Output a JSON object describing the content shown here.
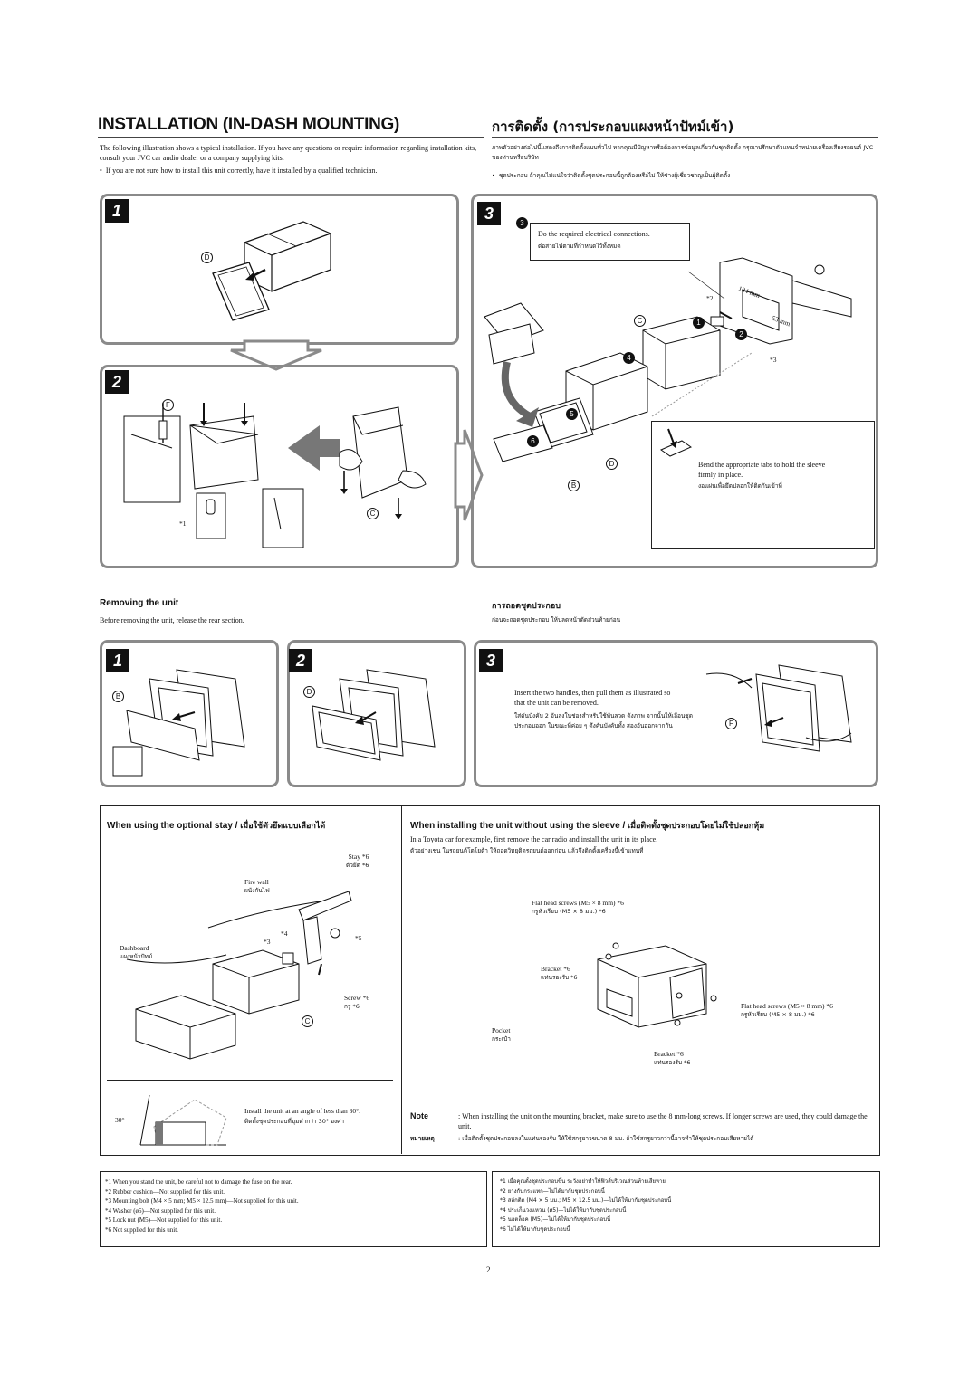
{
  "header": {
    "title_en": "INSTALLATION (IN-DASH MOUNTING)",
    "title_th": "การติดตั้ง (การประกอบแผงหน้าปัทม์เข้า)",
    "intro_en": "The following illustration shows a typical installation. If you have any questions or require information regarding installation kits, consult your JVC car audio dealer or a company supplying kits.",
    "bullet_en": "If you are not sure how to install this unit correctly, have it installed by a qualified technician.",
    "intro_th": "ภาพตัวอย่างต่อไปนี้แสดงถึงการติดตั้งแบบทั่วไป หากคุณมีปัญหาหรือต้องการข้อมูลเกี่ยวกับชุดติดตั้ง กรุณาปรึกษาตัวแทนจำหน่ายเครื่องเสียงรถยนต์ JVC ของท่านหรือบริษัท",
    "bullet_th": "ชุดประกอบ ถ้าคุณไม่แน่ใจว่าติดตั้งชุดประกอบนี้ถูกต้องหรือไม่ ให้ช่างผู้เชี่ยวชาญเป็นผู้ติดตั้ง"
  },
  "install": {
    "step1": "1",
    "step2": "2",
    "step3": "3",
    "label_D": "D",
    "label_F": "F",
    "label_C": "C",
    "label_B": "B",
    "star1": "*1",
    "star2": "*2",
    "star3": "*3",
    "step3_circle": "3",
    "elec_en": "Do the required electrical connections.",
    "elec_th": "ต่อสายไฟตามที่กำหนดไว้ทั้งหมด",
    "dim1": "184 mm",
    "dim2": "53 mm",
    "n1": "1",
    "n2": "2",
    "n4": "4",
    "n5": "5",
    "n6": "6",
    "bend_en": "Bend the appropriate tabs to hold the sleeve firmly in place.",
    "bend_th": "งอแผ่นเพื่อยึดปลอกให้ติดกันเข้าที่"
  },
  "removing": {
    "title_en": "Removing the unit",
    "title_th": "การถอดชุดประกอบ",
    "desc_en": "Before removing the unit, release the rear section.",
    "desc_th": "ก่อนจะถอดชุดประกอบ ให้ปลดหน้าตัดส่วนท้ายก่อน",
    "step1": "1",
    "step2": "2",
    "step3": "3",
    "label_B": "B",
    "label_D": "D",
    "label_F": "F",
    "handles_en": "Insert the two handles, then pull them as illustrated so that the unit can be removed.",
    "handles_th": "ใส่คันบังคับ 2 อันลงในช่องสำหรับใช้พันลวด ดังภาพ จากนั้นให้เลื่อนชุดประกอบออก ในขณะที่ค่อย ๆ ดึงคันบังคับทั้ง สองอันออกจากกัน"
  },
  "stay": {
    "title_en": "When using the optional stay /",
    "title_th": "เมื่อใช้ตัวยึดแบบเลือกได้",
    "stay_en": "Stay *6",
    "stay_th": "ตัวยึด *6",
    "firewall_en": "Fire wall",
    "firewall_th": "ผนังกันไฟ",
    "dashboard_en": "Dashboard",
    "dashboard_th": "แผงหน้าปัทม์",
    "star3": "*3",
    "star4": "*4",
    "star5": "*5",
    "screw_en": "Screw *6",
    "screw_th": "กรู *6",
    "label_C": "C",
    "angle": "30°",
    "angle_en": "Install the unit at an angle of less than 30°.",
    "angle_th": "ติดตั้งชุดประกอบที่มุมต่ำกว่า 30° องศา"
  },
  "sleeve": {
    "title_en": "When installing the unit without using the sleeve /",
    "title_th": "เมื่อติดตั้งชุดประกอบโดยไม่ใช้ปลอกหุ้ม",
    "desc_en": "In a Toyota car for example, first remove the car radio and install the unit in its place.",
    "desc_th": "ตัวอย่างเช่น ในรถยนต์โตโยต้า ให้ถอดวิทยุติดรถยนต์ออกก่อน แล้วจึงติดตั้งเครื่องนี้เข้าแทนที่",
    "flat1_en": "Flat head screws (M5 × 8 mm) *6",
    "flat1_th": "กรูหัวเรียบ (M5 × 8 มม.) *6",
    "bracket1_en": "Bracket *6",
    "bracket1_th": "แท่นรองรับ *6",
    "flat2_en": "Flat head screws (M5 × 8 mm) *6",
    "flat2_th": "กรูหัวเรียบ (M5 × 8 มม.) *6",
    "pocket_en": "Pocket",
    "pocket_th": "กระเป๋า",
    "bracket2_en": "Bracket *6",
    "bracket2_th": "แท่นรองรับ *6",
    "note_label_en": "Note",
    "note_en": ": When installing the unit on the mounting bracket, make sure to use the 8 mm-long screws. If longer screws are used, they could damage the unit.",
    "note_label_th": "หมายเหตุ",
    "note_th": ": เมื่อติดตั้งชุดประกอบลงในแท่นรองรับ ให้ใช้สกรูยาวขนาด 8 มม. ถ้าใช้สกรูยาวกว่านี้อาจทำให้ชุดประกอบเสียหายได้"
  },
  "footnotes_en": [
    "*1  When you stand the unit, be careful not to damage the fuse on the rear.",
    "*2  Rubber cushion—Not supplied for this unit.",
    "*3  Mounting bolt (M4 × 5 mm; M5 × 12.5 mm)—Not supplied for this unit.",
    "*4  Washer (ø5)—Not supplied for this unit.",
    "*5  Lock nut (M5)—Not supplied for this unit.",
    "*6  Not supplied for this unit."
  ],
  "footnotes_th": [
    "*1  เมื่อคุณตั้งชุดประกอบขึ้น ระวังอย่าทำให้ฟิวส์บริเวณส่วนท้ายเสียหาย",
    "*2  ยางกันกระแทก—ไม่ได้มากับชุดประกอบนี้",
    "*3  สลักติด (M4 × 5 มม.; M5 × 12.5 มม.)—ไม่ได้ให้มากับชุดประกอบนี้",
    "*4  ประเก็นวงแหวน (ø5)—ไม่ได้ให้มากับชุดประกอบนี้",
    "*5  นอตล็อค (M5)—ไม่ได้ให้มากับชุดประกอบนี้",
    "*6  ไม่ได้ให้มากับชุดประกอบนี้"
  ],
  "page_number": "2"
}
